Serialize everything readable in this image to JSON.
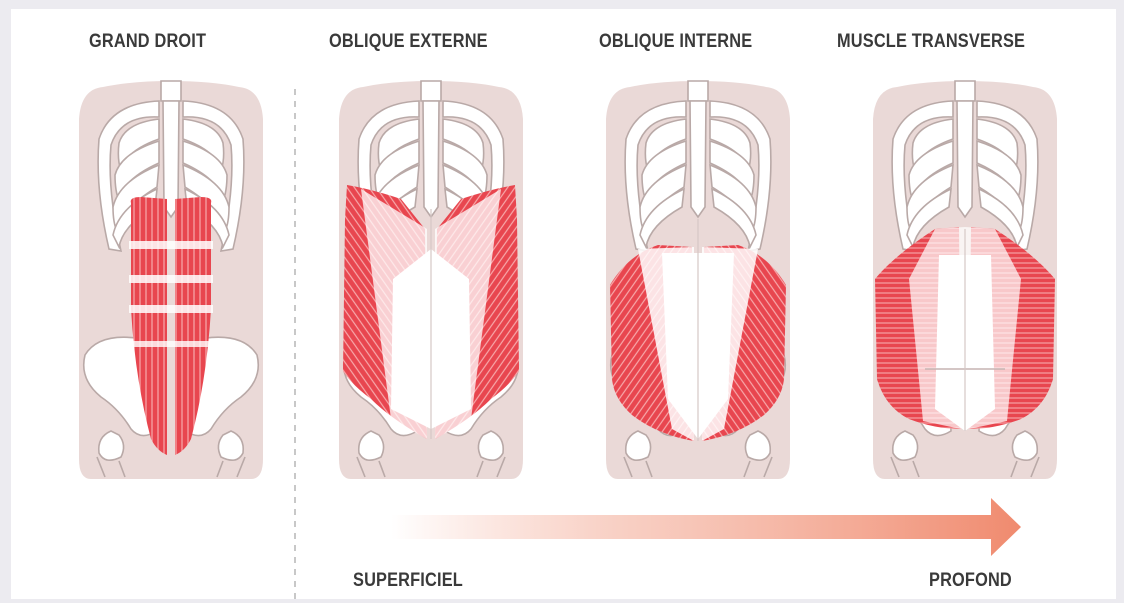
{
  "panels": [
    {
      "title": "GRAND DROIT",
      "muscle": "rectus-abdominis"
    },
    {
      "title": "OBLIQUE EXTERNE",
      "muscle": "external-oblique"
    },
    {
      "title": "OBLIQUE INTERNE",
      "muscle": "internal-oblique"
    },
    {
      "title": "MUSCLE TRANSVERSE",
      "muscle": "transversus-abdominis"
    }
  ],
  "depth_scale": {
    "start_label": "SUPERFICIEL",
    "end_label": "PROFOND"
  },
  "colors": {
    "muscle": "#e8464f",
    "muscle_light": "#f5b3b5",
    "silhouette": "#ead9d7",
    "bone": "#ffffff",
    "bone_stroke": "#b9a9a7",
    "arrow": "#f3a089",
    "text": "#3a3a3a"
  }
}
